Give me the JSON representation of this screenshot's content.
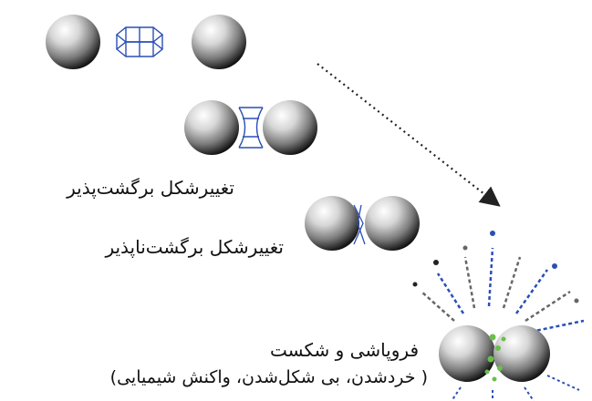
{
  "labels": {
    "reversible": "تغییرشکل برگشت‌پذیر",
    "irreversible": "تغییرشکل برگشت‌ناپذیر",
    "fragmentation": "فروپاشی و شکست",
    "fragmentation_detail": "( خردشدن، بی شکل‌شدن، واکنش شیمیایی)"
  },
  "colors": {
    "sphere_light": "#ffffff",
    "sphere_mid": "#9a9a9a",
    "sphere_dark": "#111111",
    "bond_blue": "#2a4fb5",
    "bond_gray": "#666666",
    "debris_green": "#6abf4b",
    "arrow": "#222222"
  }
}
